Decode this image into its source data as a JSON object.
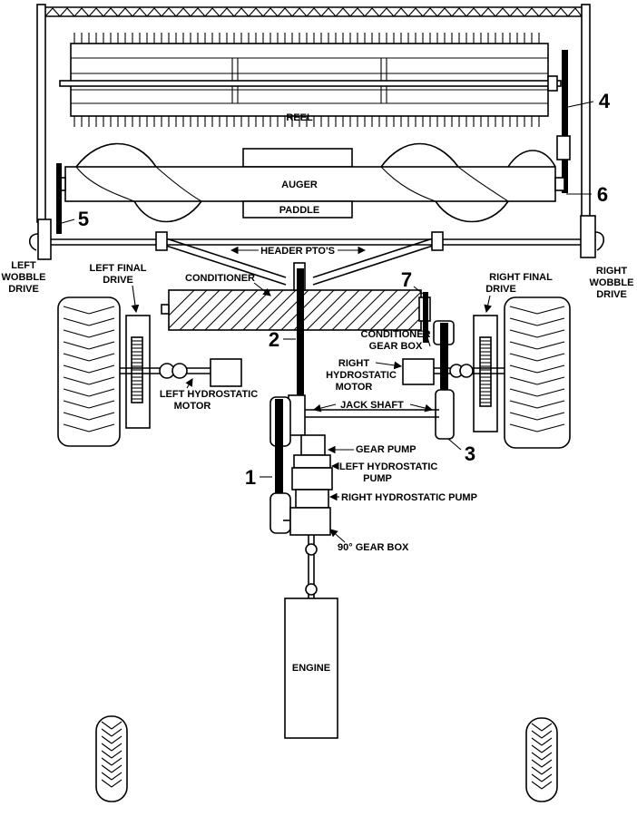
{
  "labels": {
    "reel": "REEL",
    "auger": "AUGER",
    "paddle": "PADDLE",
    "header_ptos": "HEADER PTO'S",
    "conditioner": "CONDITIONER",
    "left_wobble_drive": [
      "LEFT",
      "WOBBLE",
      "DRIVE"
    ],
    "right_wobble_drive": [
      "RIGHT",
      "WOBBLE",
      "DRIVE"
    ],
    "left_final_drive": [
      "LEFT FINAL",
      "DRIVE"
    ],
    "right_final_drive": [
      "RIGHT FINAL",
      "DRIVE"
    ],
    "conditioner_gear_box": [
      "CONDITIONER",
      "GEAR BOX"
    ],
    "right_hydrostatic_motor": [
      "RIGHT",
      "HYDROSTATIC",
      "MOTOR"
    ],
    "left_hydrostatic_motor": [
      "LEFT HYDROSTATIC",
      "MOTOR"
    ],
    "jack_shaft": "JACK SHAFT",
    "gear_pump": "GEAR PUMP",
    "left_hydrostatic_pump": [
      "LEFT HYDROSTATIC",
      "PUMP"
    ],
    "right_hydrostatic_pump": "RIGHT HYDROSTATIC PUMP",
    "gear_box_90": "90° GEAR BOX",
    "engine": "ENGINE"
  },
  "callouts": [
    "1",
    "2",
    "3",
    "4",
    "5",
    "6",
    "7"
  ],
  "colors": {
    "ink": "#000000",
    "background": "#ffffff"
  }
}
